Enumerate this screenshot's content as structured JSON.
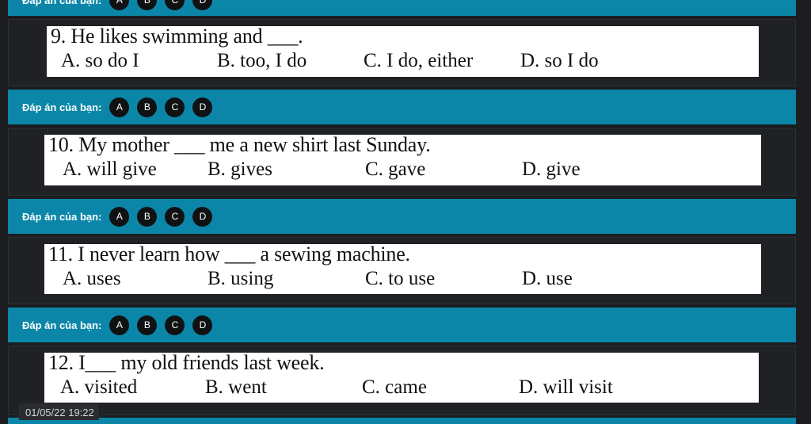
{
  "answer_label": "Đáp án của bạn:",
  "options": [
    "A",
    "B",
    "C",
    "D"
  ],
  "questions": [
    {
      "number_text": "9. He likes swimming and ___.",
      "choices": [
        "A. so do I",
        "B. too, I do",
        "C. I do, either",
        "D. so I do"
      ]
    },
    {
      "number_text": "10. My mother ___ me a new shirt last Sunday.",
      "choices": [
        "A. will give",
        "B. gives",
        "C. gave",
        "D. give"
      ]
    },
    {
      "number_text": "11. I never learn how ___ a sewing machine.",
      "choices": [
        "A. uses",
        "B. using",
        "C. to use",
        "D. use"
      ]
    },
    {
      "number_text": "12. I___ my old friends last week.",
      "choices": [
        "A. visited",
        "B. went",
        "C. came",
        "D. will visit"
      ]
    }
  ],
  "timestamp": "01/05/22 19:22",
  "colors": {
    "accent": "#0b86a8",
    "background": "#1b1d20",
    "option_circle": "#0f1113"
  }
}
